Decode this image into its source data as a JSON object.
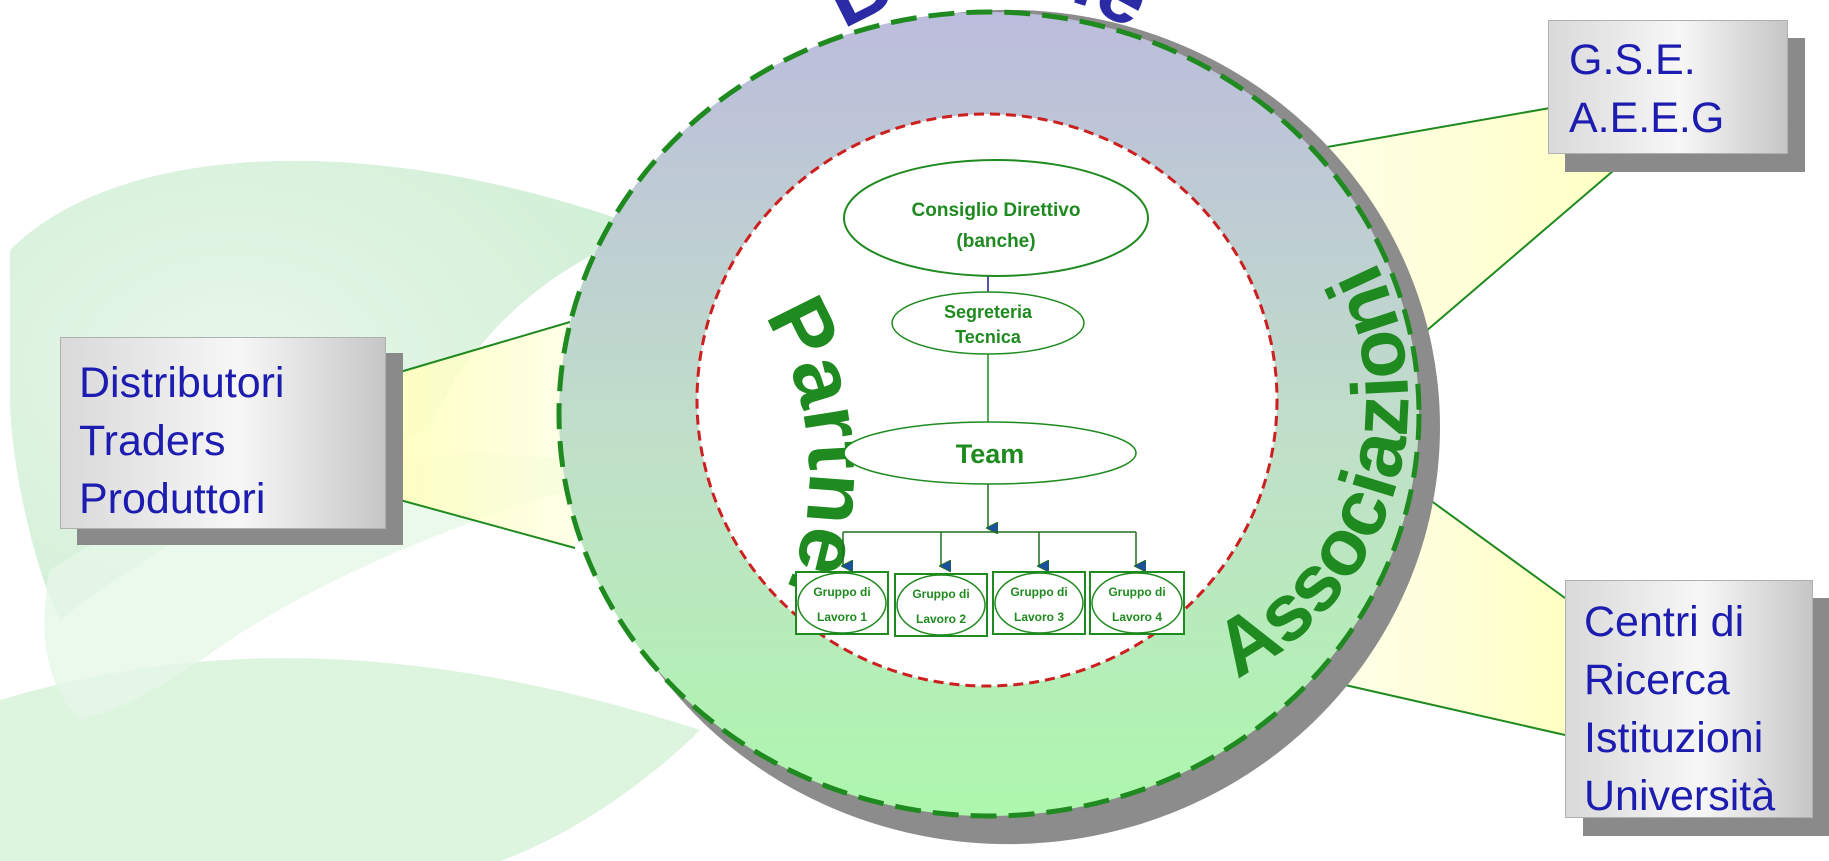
{
  "ring": {
    "top": "Banche",
    "left": "Partner",
    "right": "Associazioni"
  },
  "org_chart": {
    "council": {
      "line1": "Consiglio Direttivo",
      "line2": "(banche)"
    },
    "secretariat": {
      "line1": "Segreteria",
      "line2": "Tecnica"
    },
    "team": "Team",
    "groups": [
      {
        "line1": "Gruppo di",
        "line2": "Lavoro 1"
      },
      {
        "line1": "Gruppo di",
        "line2": "Lavoro 2"
      },
      {
        "line1": "Gruppo di",
        "line2": "Lavoro 3"
      },
      {
        "line1": "Gruppo di",
        "line2": "Lavoro 4"
      }
    ]
  },
  "boxes": {
    "left": {
      "lines": [
        "Distributori",
        "Traders",
        "Produttori"
      ]
    },
    "top_right": {
      "lines": [
        "G.S.E.",
        "A.E.E.G"
      ]
    },
    "bottom_right": {
      "lines": [
        "Centri di",
        "Ricerca",
        "Istituzioni",
        "Università"
      ]
    }
  },
  "colors": {
    "ring_top": "#bcbcdc",
    "ring_bottom": "#b0f7b0",
    "ring_border": "#1f8a1f",
    "inner_border": "#cc1f1f",
    "box_text": "#1c1cb0",
    "ring_label_top": "#2b2ba6",
    "ring_label_side": "#1f8a1f",
    "org_text": "#1f8a1f",
    "arrow_fill": "#1a4fa0"
  }
}
